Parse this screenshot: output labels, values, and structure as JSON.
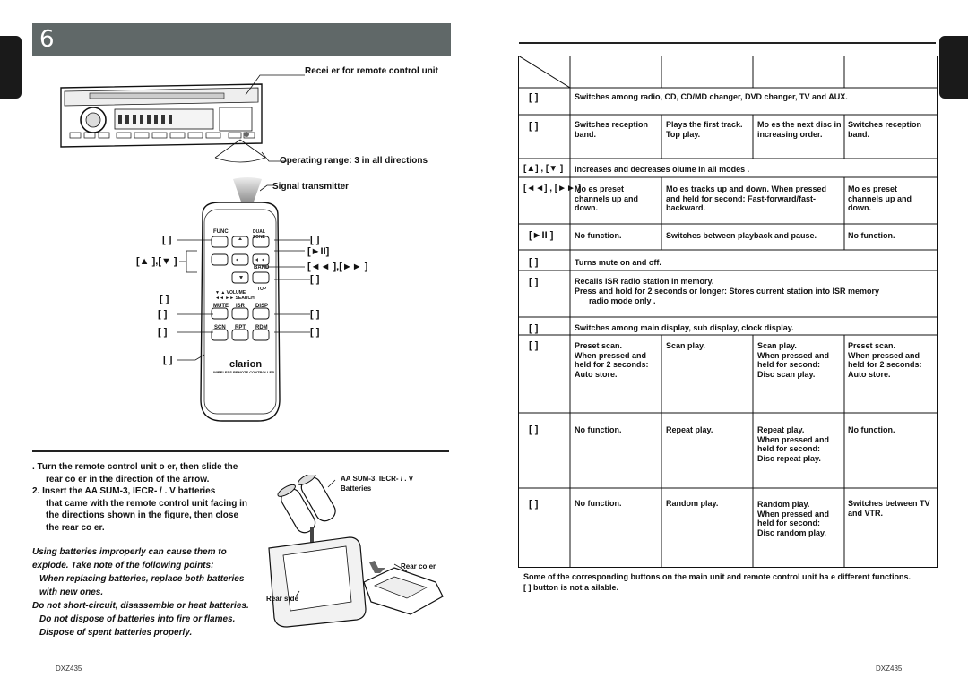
{
  "page": {
    "number": "6",
    "model_left": "DXZ435",
    "model_right": "DXZ435"
  },
  "left": {
    "receiver_label": "Recei er for remote control unit",
    "operating_range": "Operating range: 3 in all directions",
    "signal_transmitter": "Signal transmitter",
    "callouts": {
      "l1": "[ ]",
      "l2": "[▲ ],[▼ ]",
      "l3": "[ ]",
      "l4": "[ ]",
      "l5": "[ ]",
      "l6": "[ ]",
      "r1": "[ ]",
      "r2": "[►II]",
      "r3": "[◄◄ ],[►► ]",
      "r4": "[ ]",
      "r5": "[ ]",
      "r6": "[ ]"
    },
    "remote": {
      "func": "FUNC",
      "dual_zone": "DUAL ZONE",
      "band": "BAND",
      "disp": "DISP",
      "isr": "ISR",
      "mute": "MUTE",
      "scn": "SCN",
      "rpt": "RPT",
      "rdm": "RDM",
      "top": "TOP",
      "volume": "▼ ▲ VOLUME",
      "search": "◄◄ ►► SEARCH",
      "brand": "clarion",
      "caption": "WIRELESS REMOTE CONTROLLER"
    },
    "steps": {
      "s1a": ". Turn the remote control unit o er, then slide the",
      "s1b": "rear co er in the direction of the arrow.",
      "s2a": "2. Insert the AA SUM-3, IECR- / . V batteries",
      "s2b": "that came with the remote control unit facing in",
      "s2c": "the directions shown in the figure, then close",
      "s2d": "the rear co er."
    },
    "battery_label_1": "AA SUM-3, IECR- / . V",
    "battery_label_2": "Batteries",
    "rear_cover": "Rear co er",
    "rear_side": "Rear side",
    "warnings": {
      "w1": "Using batteries improperly can cause them to",
      "w2": "explode. Take note of the following points:",
      "w3": "When replacing batteries, replace both batteries",
      "w4": "with new ones.",
      "w5": "Do not short-circuit, disassemble or heat batteries.",
      "w6": "Do not dispose of batteries into fire or flames.",
      "w7": "Dispose of spent batteries properly."
    }
  },
  "table": {
    "rows": [
      {
        "key": "[ ]",
        "span": "Switches among radio, CD, CD/MD changer, DVD changer, TV and AUX."
      },
      {
        "key": "[ ]",
        "c1": "Switches reception band.",
        "c2": "Plays the first track. Top play.",
        "c3": "Mo es the next disc in increasing order.",
        "c4": "Switches reception band."
      },
      {
        "key": "[▲] , [▼ ]",
        "span": "Increases and decreases olume in all modes ."
      },
      {
        "key": "[◄◄] , [►► ]",
        "c1": "Mo es preset channels up and down.",
        "c23": "Mo es tracks up and down. When pressed and held for second: Fast-forward/fast-backward.",
        "c4": "Mo es preset channels up and down."
      },
      {
        "key": "[►II ]",
        "c1": "No function.",
        "c23": "Switches between playback and pause.",
        "c4": "No function."
      },
      {
        "key": "[ ]",
        "span": "Turns mute on and off."
      },
      {
        "key": "[ ]",
        "span_a": "Recalls ISR radio station in memory.",
        "span_b": "Press and hold for 2 seconds or longer: Stores current station into ISR memory",
        "span_c": "radio mode only ."
      },
      {
        "key": "[ ]",
        "span": "Switches among main display, sub display, clock display."
      },
      {
        "key": "[ ]",
        "c1a": "Preset scan.",
        "c1b": "When pressed and",
        "c1c": "held for 2 seconds:",
        "c1d": "Auto store.",
        "c2": "Scan play.",
        "c3a": "Scan play.",
        "c3b": "When pressed and",
        "c3c": "held for second:",
        "c3d": "Disc scan play.",
        "c4a": "Preset scan.",
        "c4b": "When pressed and",
        "c4c": "held for 2 seconds:",
        "c4d": "Auto store."
      },
      {
        "key": "[ ]",
        "c1": "No function.",
        "c2": "Repeat play.",
        "c3a": "Repeat play.",
        "c3b": "When pressed and",
        "c3c": "held for second:",
        "c3d": "Disc repeat play.",
        "c4": "No function."
      },
      {
        "key": "[ ]",
        "c1": "No function.",
        "c2": "Random play.",
        "c3a": "Random play.",
        "c3b": "When pressed and",
        "c3c": "held for second:",
        "c3d": "Disc random play.",
        "c4a": "Switches between TV",
        "c4b": "and VTR."
      }
    ],
    "footnote_1": "Some of the corresponding buttons on the main unit and remote control unit ha e different functions.",
    "footnote_2": "[ ] button is not a ailable."
  }
}
